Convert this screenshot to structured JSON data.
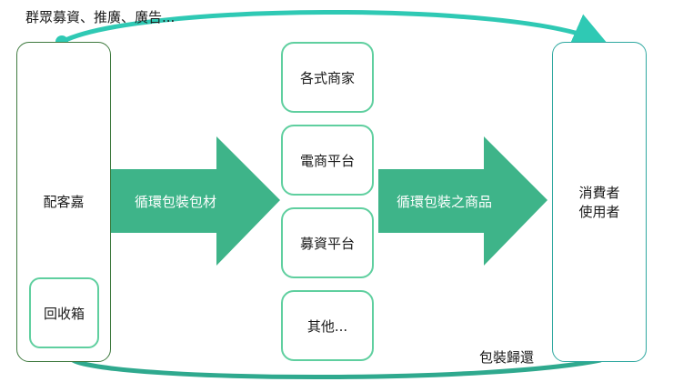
{
  "top_label": "群眾募資、推廣、廣告...",
  "left_box": {
    "label": "配客嘉"
  },
  "recycle_box": {
    "label": "回收箱"
  },
  "middle_boxes": [
    {
      "label": "各式商家"
    },
    {
      "label": "電商平台"
    },
    {
      "label": "募資平台"
    },
    {
      "label": "其他..."
    }
  ],
  "right_box": {
    "line1": "消費者",
    "line2": "使用者"
  },
  "arrow_left": {
    "label": "循環包裝包材"
  },
  "arrow_right": {
    "label": "循環包裝之商品"
  },
  "return_label": "包裝歸還",
  "colors": {
    "box_green": "#5fcf9f",
    "left_box_border": "#3f7a3f",
    "right_box_border": "#2fa8a0",
    "arrow_fill": "#3eb489",
    "curve_top": "#2fc9b4",
    "curve_bottom": "#2fa98e",
    "dot": "#2fc9b4"
  }
}
